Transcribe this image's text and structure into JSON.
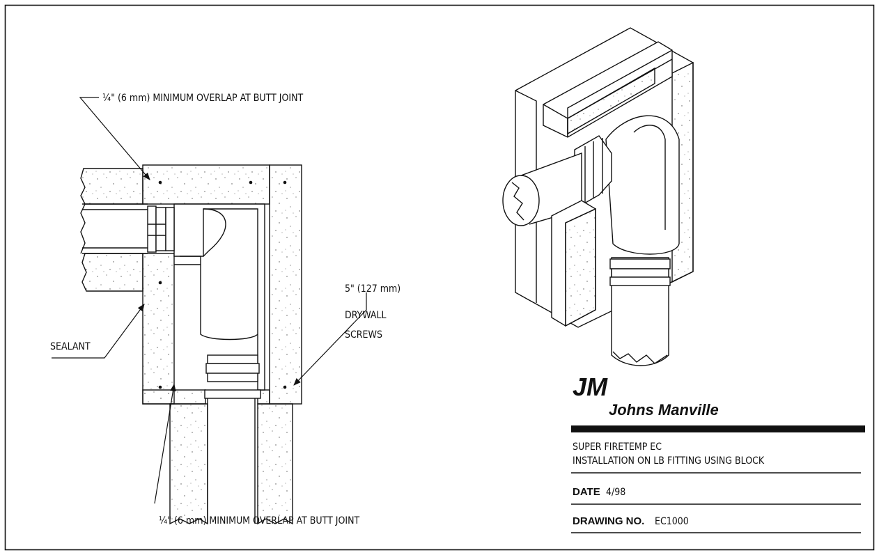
{
  "annotations": {
    "top_overlap": "¼\" (6 mm) MINIMUM OVERLAP AT BUTT JOINT",
    "screws_line1": "5\" (127 mm)",
    "screws_line2": "DRYWALL",
    "screws_line3": "SCREWS",
    "sealant": "SEALANT",
    "bottom_overlap": "¼\" (6 mm) MINIMUM OVERLAP AT BUTT JOINT"
  },
  "title_block": {
    "logo_mark": "JM",
    "company": "Johns Manville",
    "title_line1": "SUPER FIRETEMP  EC",
    "title_line2": "INSTALLATION ON LB FITTING USING BLOCK",
    "date_label": "DATE",
    "date_value": "4/98",
    "drawing_label": "DRAWING NO.",
    "drawing_value": "EC1000"
  },
  "colors": {
    "ink": "#111111",
    "paper": "#ffffff",
    "stipple": "#555555"
  }
}
